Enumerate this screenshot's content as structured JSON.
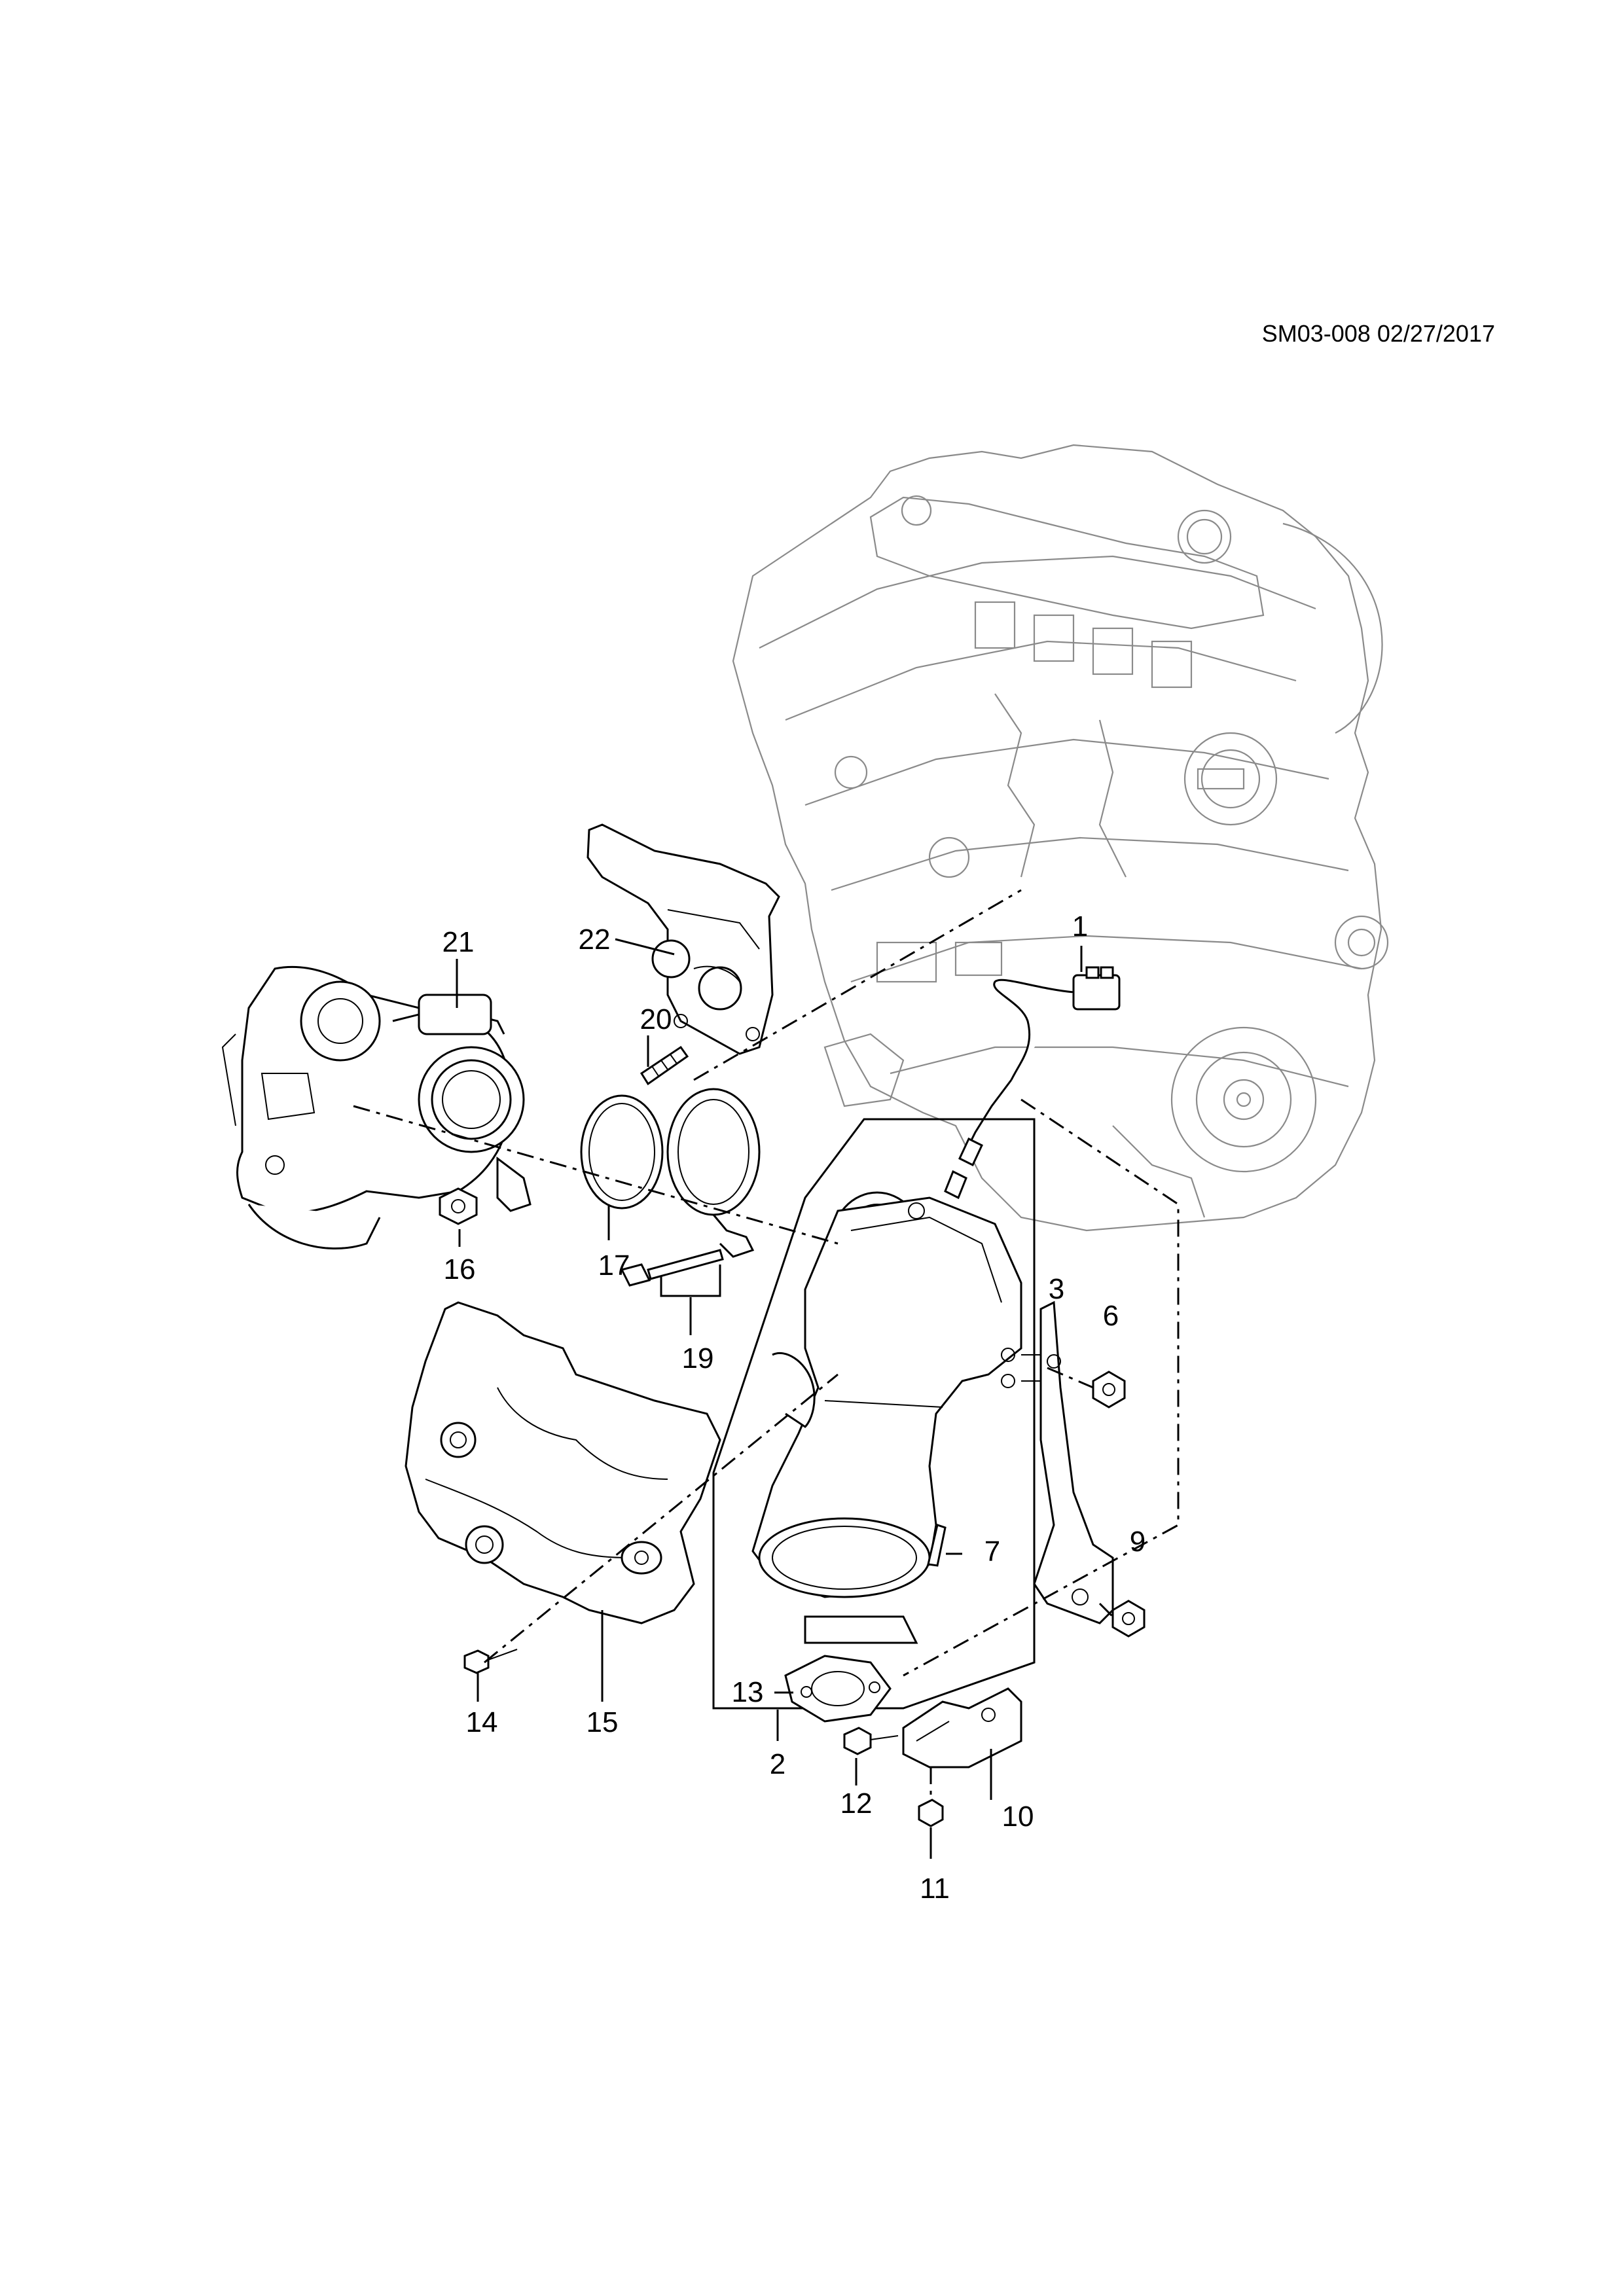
{
  "drawing": {
    "reference": "SM03-008 02/27/2017"
  },
  "callouts": {
    "c1": "1",
    "c2": "2",
    "c3": "3",
    "c6": "6",
    "c7": "7",
    "c9": "9",
    "c10": "10",
    "c11": "11",
    "c12": "12",
    "c13": "13",
    "c14": "14",
    "c15": "15",
    "c16": "16",
    "c17": "17",
    "c19": "19",
    "c20": "20",
    "c21": "21",
    "c22": "22"
  }
}
